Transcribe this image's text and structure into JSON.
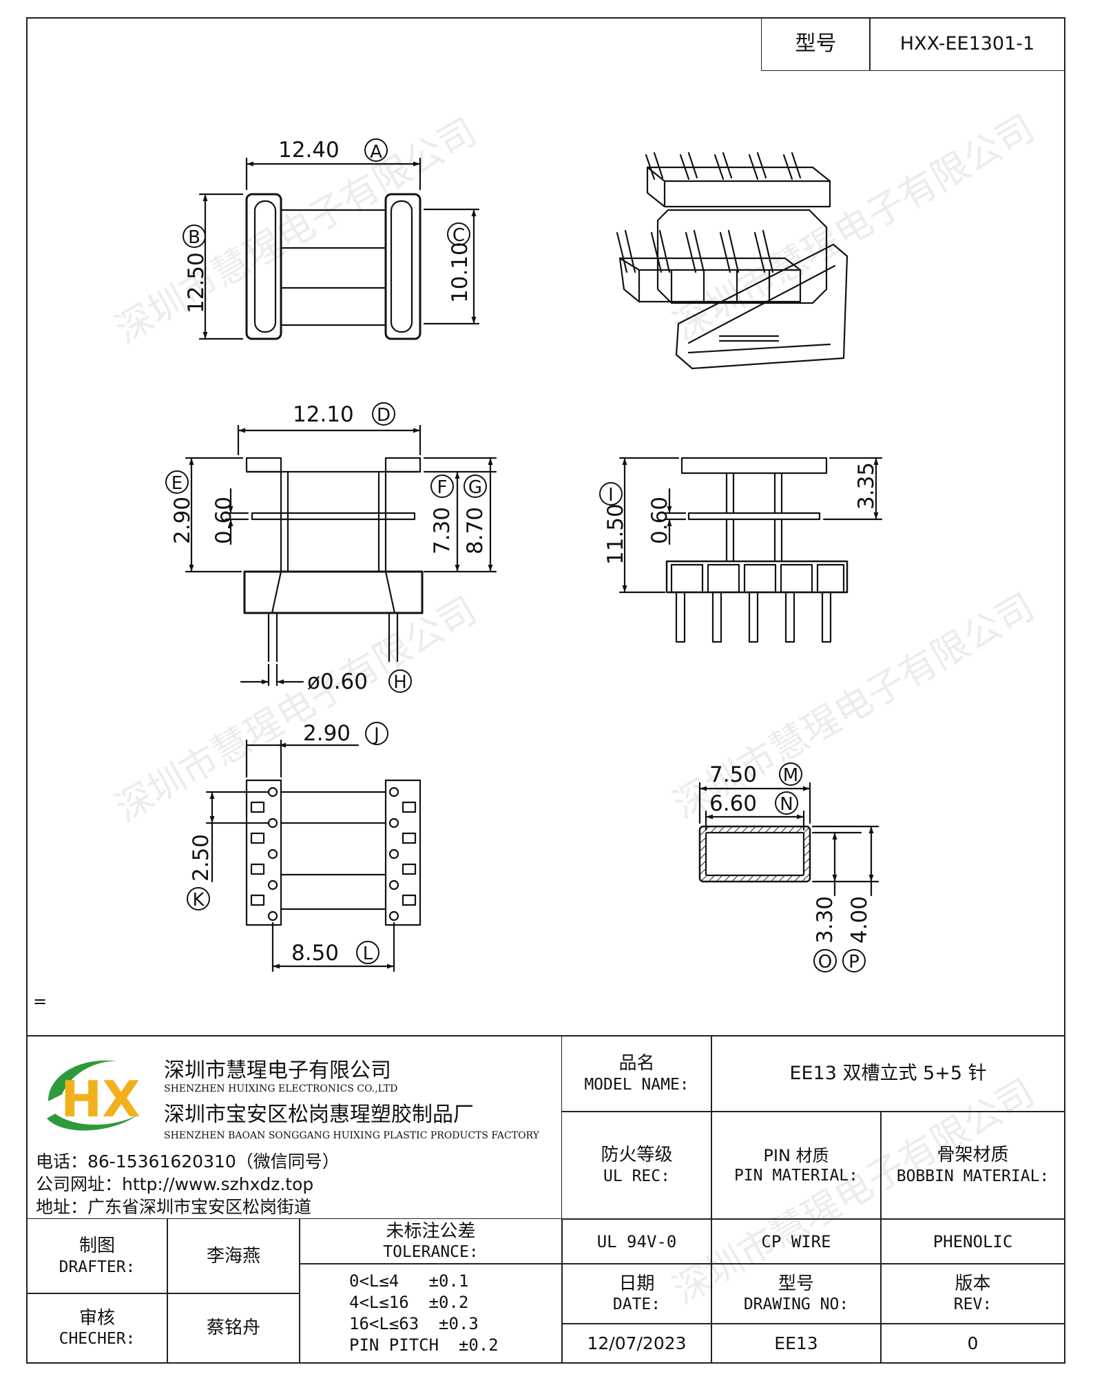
{
  "header": {
    "model_label": "型号",
    "model_value": "HXX-EE1301-1"
  },
  "dims": {
    "A": {
      "value": "12.40",
      "letter": "A"
    },
    "B": {
      "value": "12.50",
      "letter": "B"
    },
    "C": {
      "value": "10.10",
      "letter": "C"
    },
    "D": {
      "value": "12.10",
      "letter": "D"
    },
    "E": {
      "value": "2.90",
      "letter": "E"
    },
    "E2": {
      "value": "0.60"
    },
    "F": {
      "value": "7.30",
      "letter": "F"
    },
    "G": {
      "value": "8.70",
      "letter": "G"
    },
    "H": {
      "value": "ø0.60",
      "letter": "H"
    },
    "I": {
      "value": "11.50",
      "letter": "I"
    },
    "I2": {
      "value": "0.60"
    },
    "I3": {
      "value": "3.35"
    },
    "J": {
      "value": "2.90",
      "letter": "J"
    },
    "K": {
      "value": "2.50",
      "letter": "K"
    },
    "L": {
      "value": "8.50",
      "letter": "L"
    },
    "M": {
      "value": "7.50",
      "letter": "M"
    },
    "N": {
      "value": "6.60",
      "letter": "N"
    },
    "O": {
      "value": "3.30",
      "letter": "O"
    },
    "P": {
      "value": "4.00",
      "letter": "P"
    }
  },
  "note_mark": "=",
  "watermark": "深圳市慧瑆电子有限公司",
  "company": {
    "logo_text": "HX",
    "name_cn": "深圳市慧瑆电子有限公司",
    "name_en": "SHENZHEN HUIXING ELECTRONICS CO.,LTD",
    "factory_cn": "深圳市宝安区松岗惠瑆塑胶制品厂",
    "factory_en": "SHENZHEN BAOAN SONGGANG HUIXING PLASTIC PRODUCTS FACTORY",
    "phone": "电话：86-15361620310（微信同号）",
    "website": "公司网址：http://www.szhxdz.top",
    "address": "地址：广东省深圳市宝安区松岗街道"
  },
  "title_block": {
    "model_name_cn": "品名",
    "model_name_en": "MODEL NAME:",
    "model_name_value": "EE13 双槽立式 5+5 针",
    "ul_cn": "防火等级",
    "ul_en": "UL REC:",
    "ul_value": "UL 94V-0",
    "pin_cn": "PIN 材质",
    "pin_en": "PIN MATERIAL:",
    "pin_value": "CP WIRE",
    "bobbin_cn": "骨架材质",
    "bobbin_en": "BOBBIN MATERIAL:",
    "bobbin_value": "PHENOLIC",
    "drafter_cn": "制图",
    "drafter_en": "DRAFTER:",
    "drafter_value": "李海燕",
    "checker_cn": "审核",
    "checker_en": "CHECHER:",
    "checker_value": "蔡铭舟",
    "tolerance_cn": "未标注公差",
    "tolerance_en": "TOLERANCE:",
    "tolerance_lines": [
      "0<L≤4   ±0.1",
      "4<L≤16  ±0.2",
      "16<L≤63  ±0.3",
      "PIN PITCH  ±0.2"
    ],
    "date_cn": "日期",
    "date_en": "DATE:",
    "date_value": "12/07/2023",
    "drawing_cn": "型号",
    "drawing_en": "DRAWING NO:",
    "drawing_value": "EE13",
    "rev_cn": "版本",
    "rev_en": "REV:",
    "rev_value": "0"
  }
}
